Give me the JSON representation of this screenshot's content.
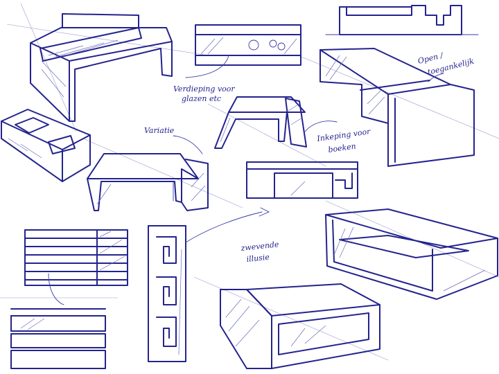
{
  "page": {
    "background": "#ffffff",
    "ink_color": "#23238e"
  },
  "notes": {
    "deepening": "Verdieping voor",
    "deepening_2": "glazen etc",
    "variation": "Variatie",
    "open": "Open /",
    "open_2": "toegankelijk",
    "recess": "Inkeping voor",
    "recess_2": "boeken",
    "floating": "zwevende",
    "floating_2": "illusie"
  }
}
